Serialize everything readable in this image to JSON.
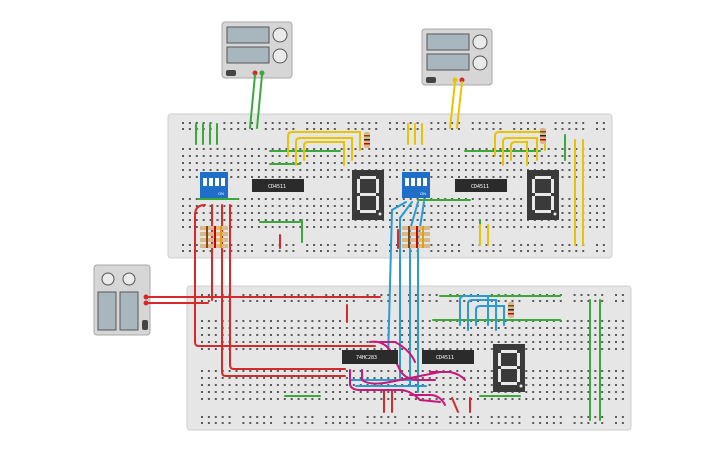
{
  "chips": {
    "c1": "CD4511",
    "c2": "CD4511",
    "c3": "74HC283",
    "c4": "CD4511"
  },
  "dip_label": "ON",
  "colors": {
    "breadboard": "#e6e6e6",
    "wire_green": "#3aa83a",
    "wire_yellow": "#e8c400",
    "wire_red": "#d42a2a",
    "wire_blue": "#2a9ad4",
    "wire_magenta": "#c8187a",
    "dip_switch": "#1f6fc8",
    "chip": "#2b2b2b",
    "display": "#3a3a3a"
  }
}
